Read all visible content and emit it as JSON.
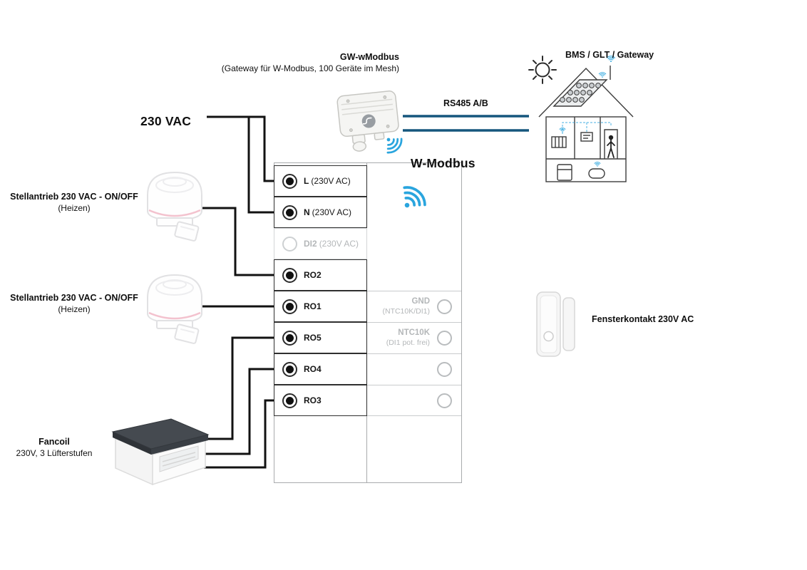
{
  "diagram": {
    "supply_label": "230 VAC",
    "gateway": {
      "title": "GW-wModbus",
      "subtitle": "(Gateway für W-Modbus, 100 Geräte im Mesh)"
    },
    "rs485_label": "RS485 A/B",
    "bms_label": "BMS / GLT / Gateway",
    "wmodbus_label": "W-Modbus",
    "actuator1": {
      "line1": "Stellantrieb 230 VAC - ON/OFF",
      "line2": "(Heizen)"
    },
    "actuator2": {
      "line1": "Stellantrieb 230 VAC - ON/OFF",
      "line2": "(Heizen)"
    },
    "fancoil": {
      "line1": "Fancoil",
      "line2": "230V, 3 Lüfterstufen"
    },
    "window_contact_label": "Fensterkontakt 230V AC"
  },
  "terminals": {
    "left": [
      {
        "label": "L",
        "sub": "(230V AC)"
      },
      {
        "label": "N",
        "sub": "(230V AC)"
      },
      {
        "label": "DI2",
        "sub": "(230V AC)"
      },
      {
        "label": "RO2",
        "sub": ""
      },
      {
        "label": "RO1",
        "sub": ""
      },
      {
        "label": "RO5",
        "sub": ""
      },
      {
        "label": "RO4",
        "sub": ""
      },
      {
        "label": "RO3",
        "sub": ""
      }
    ],
    "right": [
      {
        "label": "GND",
        "sub": "(NTC10K/DI1)"
      },
      {
        "label": "NTC10K",
        "sub": "(DI1 pot. frei)"
      },
      {
        "label": "",
        "sub": ""
      },
      {
        "label": "",
        "sub": ""
      }
    ]
  },
  "colors": {
    "wire": "#121212",
    "rs485": "#15567d",
    "wifi": "#2aa5de",
    "muted": "#b4b7b9",
    "rowborder": "#2f2f2f",
    "lightborder": "#c9cbcd"
  }
}
